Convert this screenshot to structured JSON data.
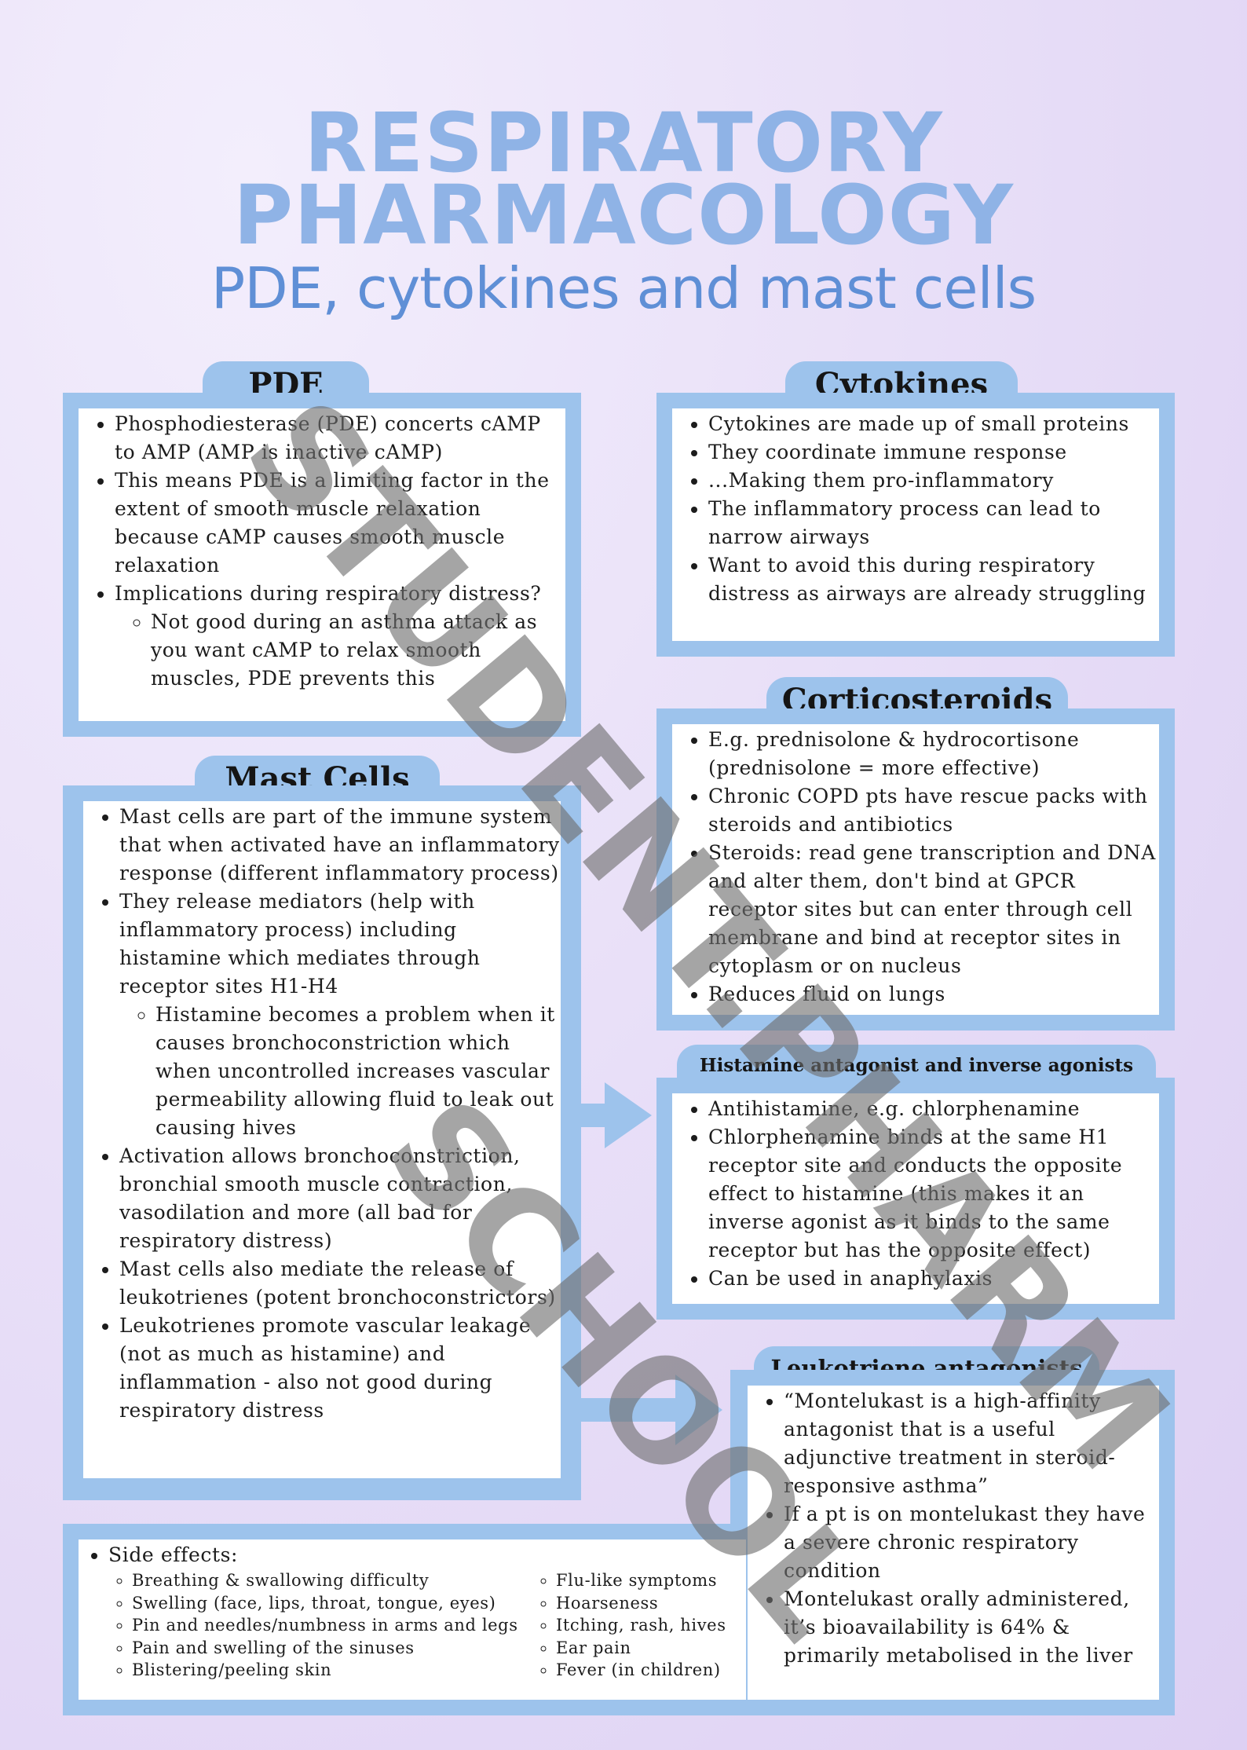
{
  "header": {
    "title_line1": "RESPIRATORY",
    "title_line2": "PHARMACOLOGY",
    "subtitle": "PDE, cytokines and mast cells"
  },
  "pde": {
    "title": "PDE",
    "items": [
      {
        "text": "Phosphodiesterase (PDE) concerts cAMP to AMP (AMP is inactive cAMP)"
      },
      {
        "text": "This means PDE is a limiting factor in the extent of smooth muscle relaxation because cAMP causes smooth muscle relaxation"
      },
      {
        "text": "Implications during respiratory distress?"
      }
    ],
    "sub_items": [
      "Not good during an asthma attack as you want cAMP to relax smooth muscles, PDE prevents this"
    ]
  },
  "cytokines": {
    "title": "Cytokines",
    "items": [
      "Cytokines are made up of small proteins",
      "They coordinate immune response",
      "...Making them pro-inflammatory",
      "The inflammatory process can lead to narrow airways",
      "Want to avoid this during respiratory distress as airways are already struggling"
    ]
  },
  "corticosteroids": {
    "title": "Corticosteroids",
    "items": [
      "E.g. prednisolone & hydrocortisone (prednisolone = more effective)",
      "Chronic COPD pts have rescue packs with steroids and antibiotics",
      "Steroids: read gene transcription and DNA and alter them, don't bind at GPCR receptor sites but can enter through cell membrane and bind at receptor sites in cytoplasm or on nucleus",
      "Reduces fluid on lungs"
    ]
  },
  "mast_cells": {
    "title": "Mast Cells",
    "items": [
      "Mast cells are part of the immune system that when activated have an inflammatory response (different inflammatory process)",
      "They release mediators (help with inflammatory process) including histamine which mediates through receptor sites H1-H4"
    ],
    "sub_items": [
      "Histamine becomes a problem when it causes bronchoconstriction which when uncontrolled increases vascular permeability allowing fluid to leak out causing hives"
    ],
    "items_after": [
      "Activation allows bronchoconstriction, bronchial smooth muscle contraction, vasodilation and more (all bad for respiratory distress)",
      "Mast cells also mediate the release of leukotrienes (potent bronchoconstrictors)",
      "Leukotrienes promote vascular leakage (not as much as histamine) and inflammation - also not good during respiratory distress"
    ]
  },
  "histamine": {
    "title": "Histamine antagonist and inverse agonists",
    "items": [
      "Antihistamine, e.g. chlorphenamine",
      "Chlorphenamine binds at the same H1 receptor site and conducts the opposite effect to histamine (this makes it an inverse agonist as it binds to the same receptor but has the opposite effect)",
      "Can be used in anaphylaxis"
    ]
  },
  "leukotriene": {
    "title": "Leukotriene antagonists",
    "items": [
      "“Montelukast is a high-affinity antagonist that is a useful adjunctive treatment in steroid-responsive asthma”",
      "If a pt is on montelukast they have a severe chronic respiratory condition",
      "Montelukast orally administered, it’s bioavailability is 64% & primarily metabolised in the liver"
    ]
  },
  "side_effects": {
    "heading": "Side effects:",
    "col1": [
      "Breathing & swallowing difficulty",
      "Swelling (face, lips, throat, tongue, eyes)",
      "Pin and needles/numbness in arms and legs",
      "Pain and swelling of the sinuses",
      "Blistering/peeling skin"
    ],
    "col2": [
      "Flu-like symptoms",
      "Hoarseness",
      "Itching, rash, hives",
      "Ear pain",
      "Fever (in children)"
    ]
  },
  "watermark": {
    "line1": "STUDENT.PHARM",
    "line2": "SCHOOL"
  },
  "colors": {
    "panel_blue": "#9dc3ec",
    "title_blue": "#8fb3e6",
    "subtitle_blue": "#5f8fd6"
  }
}
